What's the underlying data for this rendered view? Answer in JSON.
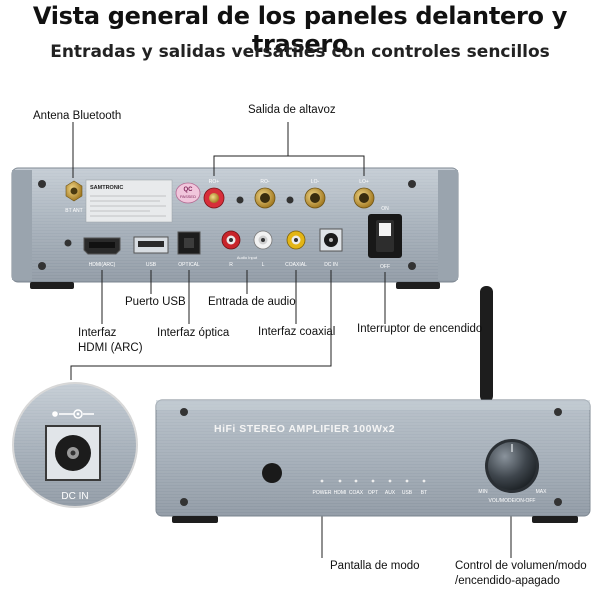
{
  "title": "Vista general de los paneles delantero y trasero",
  "subtitle": "Entradas y salidas versátiles con controles sencillos",
  "callouts": {
    "bt_antenna": "Antena Bluetooth",
    "speaker_out": "Salida de altavoz",
    "usb_port": "Puerto USB",
    "audio_input": "Entrada de audio",
    "hdmi_line1": "Interfaz",
    "hdmi_line2": "HDMI (ARC)",
    "optical": "Interfaz óptica",
    "coaxial": "Interfaz coaxial",
    "power_switch": "Interruptor de encendido",
    "mode_display": "Pantalla de modo",
    "volume_line1": "Control de volumen/modo",
    "volume_line2": "/encendido-apagado"
  },
  "rear_panel": {
    "brand": "SAMTRONIC",
    "bt_ant": "BT ANT",
    "terminals": [
      "RO+",
      "RO-",
      "LO-",
      "LO+"
    ],
    "ports": [
      "HDMI(ARC)",
      "USB",
      "OPTICAL",
      "COAXIAL",
      "DC IN"
    ],
    "audio_input": "Audio Input",
    "audio_r": "R",
    "audio_l": "L",
    "switch_on": "ON",
    "switch_off": "OFF",
    "qc_line1": "QC",
    "qc_line2": "PASSED"
  },
  "zoom_inset": {
    "label": "DC IN"
  },
  "front_panel": {
    "model": "HiFi  STEREO AMPLIFIER 100Wx2",
    "modes": [
      "POWER",
      "HDMI",
      "COAX",
      "OPT",
      "AUX",
      "USB",
      "BT"
    ],
    "knob_min": "MIN",
    "knob_max": "MAX",
    "knob_label": "VOL/MODE/ON-OFF"
  },
  "colors": {
    "panel": "#a9b3bd",
    "gold": "#c9a24a",
    "rca_red": "#c8242a",
    "rca_yellow": "#e3b515"
  }
}
